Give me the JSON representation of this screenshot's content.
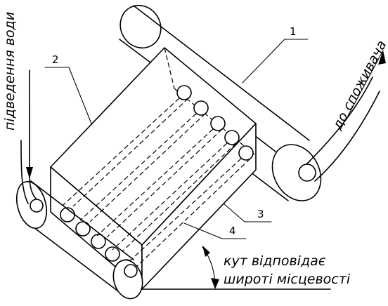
{
  "labels": {
    "n1": "1",
    "n2": "2",
    "n3": "3",
    "n4": "4"
  },
  "captions": {
    "water_in": "підведення води",
    "to_consumer": "до споживача",
    "angle_line1": "кут відповідає",
    "angle_line2": "широті місцевості"
  }
}
